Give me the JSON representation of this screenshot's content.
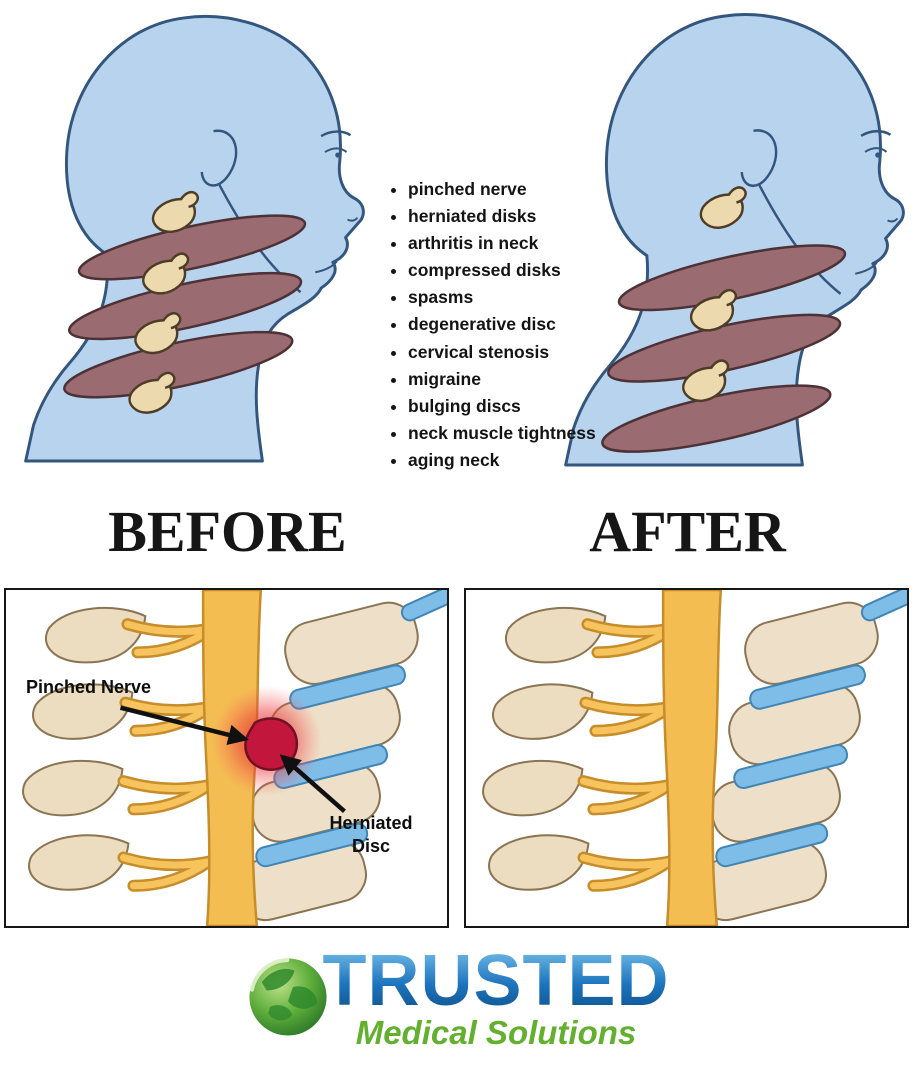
{
  "conditions": {
    "items": [
      "pinched nerve",
      "herniated disks",
      "arthritis in neck",
      "compressed disks",
      "spasms",
      "degenerative disc",
      "cervical stenosis",
      "migraine",
      "bulging discs",
      "neck muscle tightness",
      "aging neck"
    ]
  },
  "headings": {
    "before": "BEFORE",
    "after": "AFTER"
  },
  "panels": {
    "before": {
      "pinched_nerve_label": "Pinched Nerve",
      "herniated_disc_label": "Herniated Disc"
    }
  },
  "logo": {
    "brand": "TRUSTED",
    "tagline": "Medical Solutions"
  },
  "illustrations": {
    "before_head": "head-profile-compressed-neck-discs",
    "after_head": "head-profile-decompressed-neck-discs",
    "before_spine": "cervical-spine-pinched-nerve-herniated-disc",
    "after_spine": "cervical-spine-healthy"
  },
  "colors": {
    "head_fill": "#b7d3ed",
    "head_outline": "#33567e",
    "neck_disc": "#9a6b70",
    "bone": "#ecdcc0",
    "nerve_yellow": "#f4bd52",
    "spinal_disc_blue": "#7fbde9",
    "inflammation_red": "#e31c1c",
    "herniation_dark_red": "#c2163c",
    "brand_blue": "#1c74bd",
    "brand_green": "#62b02e",
    "text_black": "#141414"
  }
}
